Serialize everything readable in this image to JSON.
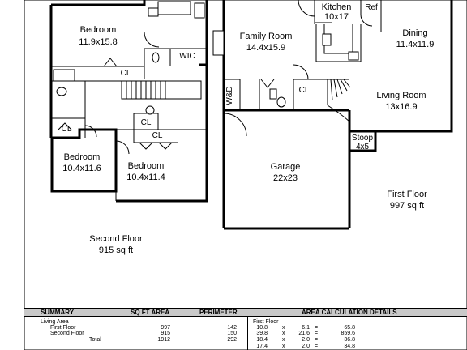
{
  "second_floor": {
    "rooms": [
      {
        "name": "Bedroom",
        "size": "11.9x15.8"
      },
      {
        "name": "Bedroom",
        "size": "10.4x11.6"
      },
      {
        "name": "Bedroom",
        "size": "10.4x11.4"
      }
    ],
    "closets": [
      "CL",
      "CL",
      "CL",
      "CL",
      "WIC"
    ],
    "title": "Second Floor",
    "area": "915 sq ft"
  },
  "first_floor": {
    "rooms": [
      {
        "name": "Family Room",
        "size": "14.4x15.9"
      },
      {
        "name": "Kitchen",
        "size": "10x17"
      },
      {
        "name": "Dining",
        "size": "11.4x11.9"
      },
      {
        "name": "Living Room",
        "size": "13x16.9"
      },
      {
        "name": "Garage",
        "size": "22x23"
      },
      {
        "name": "Stoop",
        "size": "4x5"
      }
    ],
    "labels": {
      "ref": "Ref",
      "wd": "W&D",
      "cl": "CL"
    },
    "title": "First Floor",
    "area": "997 sq ft"
  },
  "summary": {
    "headers": {
      "summary": "SUMMARY",
      "sqft": "SQ FT AREA",
      "perimeter": "PERIMETER",
      "details": "AREA CALCULATION DETAILS"
    },
    "section_label": "Living Area",
    "rows": [
      {
        "label": "First Floor",
        "area": "997",
        "perimeter": "142"
      },
      {
        "label": "Second Floor",
        "area": "915",
        "perimeter": "150"
      },
      {
        "label": "Total",
        "area": "1912",
        "perimeter": "292"
      }
    ],
    "details_title": "First Floor",
    "details": [
      {
        "a": "10.8",
        "op": "x",
        "b": "6.1",
        "eq": "=",
        "result": "65.8"
      },
      {
        "a": "39.8",
        "op": "x",
        "b": "21.6",
        "eq": "=",
        "result": "859.6"
      },
      {
        "a": "18.4",
        "op": "x",
        "b": "2.0",
        "eq": "=",
        "result": "36.8"
      },
      {
        "a": "17.4",
        "op": "x",
        "b": "2.0",
        "eq": "=",
        "result": "34.8"
      }
    ]
  }
}
